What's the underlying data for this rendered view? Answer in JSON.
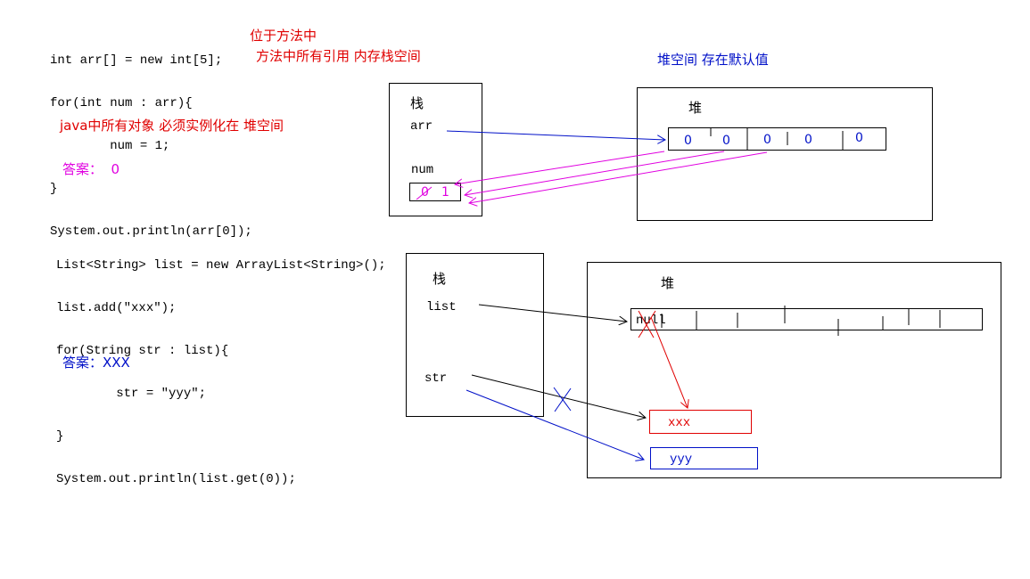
{
  "example1": {
    "code": [
      "int arr[] = new int[5];",
      "for(int num : arr){",
      "        num = 1;",
      "}",
      "System.out.println(arr[0]);"
    ],
    "note_method": "位于方法中",
    "note_refs": "方法中所有引用 内存栈空间",
    "note_objects": "java中所有对象 必须实例化在 堆空间",
    "answer": "答案：  0",
    "heap_default_note": "堆空间 存在默认值",
    "stack_label": "栈",
    "var_arr": "arr",
    "var_num": "num",
    "num_old": "0",
    "num_new": "1",
    "heap_label": "堆",
    "array_values": [
      "0",
      "0",
      "0",
      "0",
      "0"
    ]
  },
  "example2": {
    "code": [
      "List<String> list = new ArrayList<String>();",
      "list.add(\"xxx\");",
      "for(String str : list){",
      "        str = \"yyy\";",
      "}",
      "System.out.println(list.get(0));"
    ],
    "answer": "答案：XXX",
    "stack_label": "栈",
    "var_list": "list",
    "var_str": "str",
    "heap_label": "堆",
    "null_text": "null",
    "obj1": "xxx",
    "obj2": "yyy"
  },
  "colors": {
    "red": "#e00000",
    "blue": "#0010c8",
    "magenta": "#e000e0",
    "black": "#000000"
  }
}
